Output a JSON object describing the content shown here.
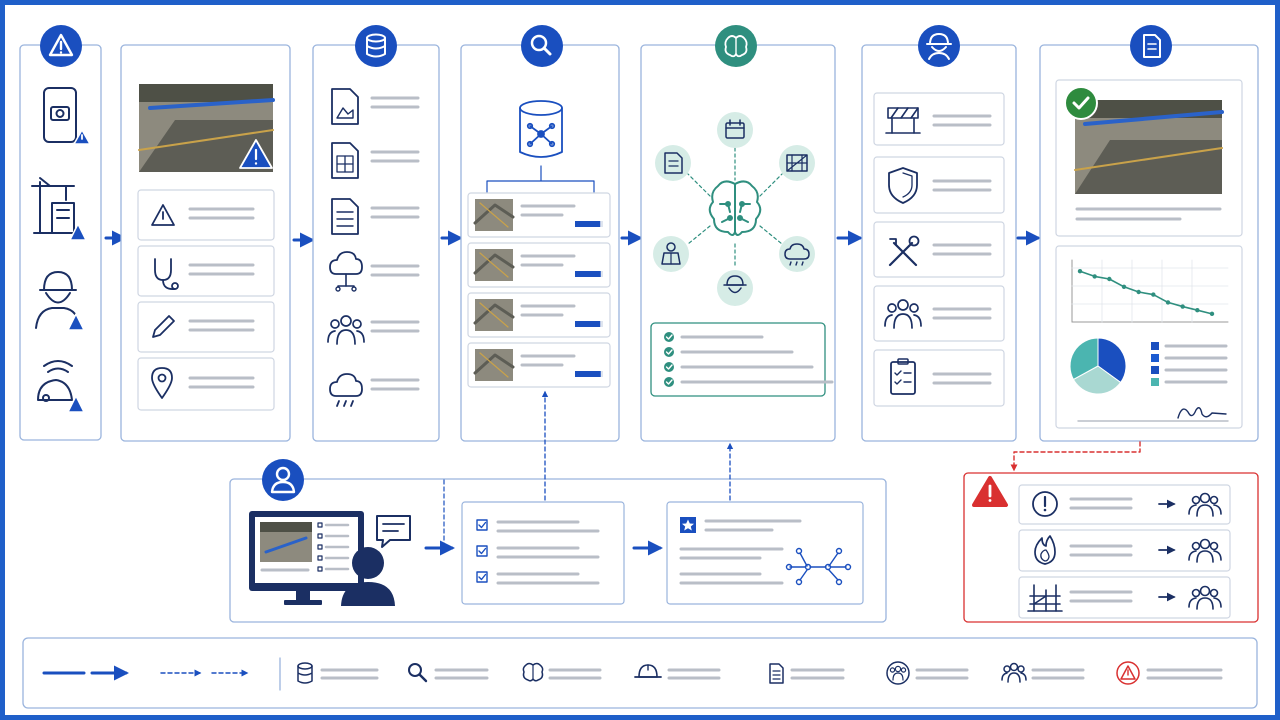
{
  "colors": {
    "frame": "#1f5fc9",
    "primary": "#1a4fbf",
    "navy": "#1b2f63",
    "panel_border": "#9ab4dd",
    "card_border": "#cfd6e2",
    "text_line": "#b9bec7",
    "ai_green": "#2f8f7f",
    "ai_bg": "#d6ece6",
    "alert_red": "#d93030",
    "success_green": "#2e8b3e",
    "photo_dark": "#5d5d55",
    "photo_mid": "#8d8a7e",
    "photo_light": "#b9b6aa"
  },
  "icons": {
    "sources_header": "warning-icon",
    "sources": [
      "smartphone-camera-icon",
      "crane-building-icon",
      "worker-helmet-icon",
      "sensor-device-icon"
    ],
    "intake_header": "site-photo-warning",
    "intake_fields": [
      "warning-icon",
      "stethoscope-icon",
      "pencil-icon",
      "location-pin-icon"
    ],
    "storage_header": "database-icon",
    "storage_items": [
      "image-file-icon",
      "spreadsheet-file-icon",
      "document-file-icon",
      "cloud-network-icon",
      "people-group-icon",
      "weather-cloud-icon"
    ],
    "retrieval_header": "search-icon",
    "ai_header": "brain-icon",
    "ai_nodes": [
      "calendar-icon",
      "fence-icon",
      "weather-icon",
      "worker-helmet-icon",
      "site-map-icon",
      "document-icon"
    ],
    "safety_header": "worker-helmet-icon",
    "safety_items": [
      "barrier-icon",
      "shield-icon",
      "tools-icon",
      "people-group-icon",
      "checklist-icon"
    ],
    "report_header": "document-icon",
    "review_header": "user-icon",
    "alert_header": "alert-icon",
    "alert_items": [
      "exclamation-circle-icon",
      "fire-icon",
      "scaffold-icon"
    ],
    "legend": [
      "solid-arrow",
      "dashed-arrow",
      "database-icon",
      "search-icon",
      "brain-icon",
      "hardhat-icon",
      "document-icon",
      "team-circle-icon",
      "people-group-icon",
      "alert-triangle-icon"
    ]
  },
  "retrieval_scores": [
    0.9,
    0.92,
    0.9,
    0.92
  ],
  "chart_data": {
    "type": "line",
    "values": [
      0.9,
      0.8,
      0.75,
      0.6,
      0.5,
      0.45,
      0.3,
      0.22,
      0.15,
      0.08
    ],
    "pie": [
      0.35,
      0.32,
      0.33
    ]
  }
}
